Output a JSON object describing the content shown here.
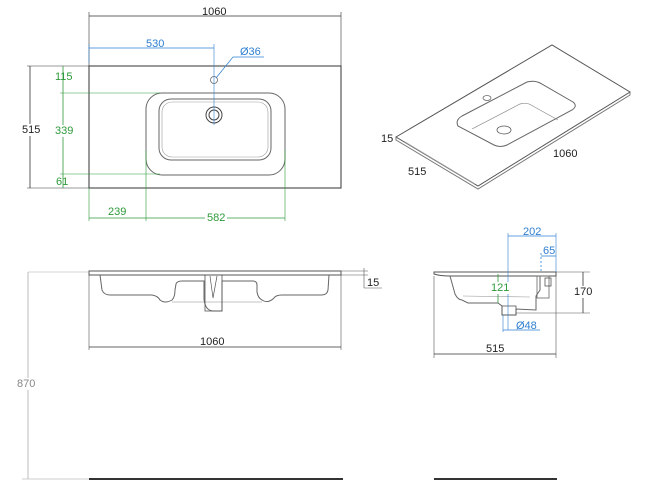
{
  "colors": {
    "outline": "#555555",
    "dimension_black": "#333333",
    "dimension_blue": "#2f7fd0",
    "dimension_green": "#2e9a3a",
    "dimension_gray": "#aaaaaa",
    "floor": "#333333"
  },
  "top_view": {
    "width_label": "1060",
    "depth_label": "515",
    "tap_offset_label": "530",
    "tap_hole_label": "Ø36",
    "front_margin_label": "115",
    "bowl_depth_label": "339",
    "back_margin_label": "61",
    "bowl_left_offset_label": "239",
    "bowl_width_label": "582"
  },
  "iso_view": {
    "thickness_label": "15",
    "depth_label": "515",
    "width_label": "1060"
  },
  "front_view": {
    "thickness_label": "15",
    "width_label": "1060",
    "height_label": "870"
  },
  "side_view": {
    "drain_offset_label": "202",
    "tap_offset_label": "65",
    "bowl_height_label": "121",
    "total_height_label": "170",
    "drain_diameter_label": "Ø48",
    "depth_label": "515"
  }
}
